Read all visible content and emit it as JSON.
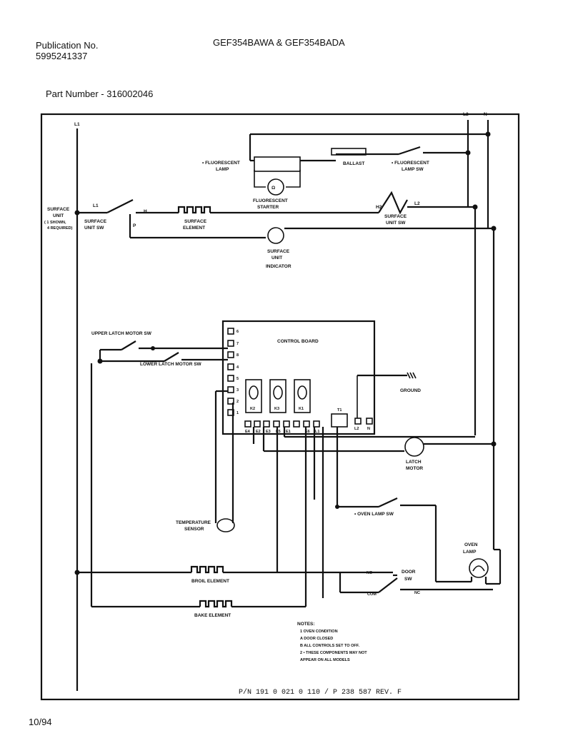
{
  "header": {
    "publication_label": "Publication No.",
    "publication_number": "5995241337",
    "models": "GEF354BAWA & GEF354BADA",
    "part_number": "Part Number - 316002046",
    "date": "10/94"
  },
  "diagram": {
    "bus_labels": {
      "l1": "L1",
      "l2": "L2",
      "n": "N"
    },
    "fluorescent_lamp": [
      "• FLUORESCENT",
      "LAMP"
    ],
    "fluorescent_starter": [
      "FLUORESCENT",
      "STARTER"
    ],
    "ballast": "BALLAST",
    "fluorescent_lamp_sw": [
      "• FLUORESCENT",
      "LAMP SW"
    ],
    "surface_unit": [
      "SURFACE",
      "UNIT",
      "( 1 SHOWN,",
      "4 REQUIRED)"
    ],
    "surface_unit_sw": [
      "SURFACE",
      "UNIT SW"
    ],
    "surface_unit_sw_terminals": {
      "l1": "L1",
      "h": "H",
      "p": "P"
    },
    "surface_element": [
      "SURFACE",
      "ELEMENT"
    ],
    "surface_unit_sw_right": [
      "SURFACE",
      "UNIT SW"
    ],
    "surface_unit_sw_right_terminals": {
      "h2": "H2",
      "l2": "L2"
    },
    "surface_unit_indicator": [
      "SURFACE",
      "UNIT",
      "INDICATOR"
    ],
    "upper_latch_motor_sw": "UPPER LATCH MOTOR SW",
    "lower_latch_motor_sw": "LOWER LATCH MOTOR SW",
    "control_board": "CONTROL BOARD",
    "board_left_pins": [
      "6",
      "7",
      "8",
      "4",
      "5",
      "3",
      "2",
      "1"
    ],
    "relays": [
      "K2",
      "K3",
      "K1"
    ],
    "t1": "T1",
    "board_bottom_pins": [
      "E4",
      "E2",
      "E3",
      "E5",
      "E1",
      "E6",
      "L1"
    ],
    "board_bottom_right": [
      "L2",
      "N"
    ],
    "ground": "GROUND",
    "latch_motor": [
      "LATCH",
      "MOTOR"
    ],
    "oven_lamp_sw": "• OVEN LAMP SW",
    "temperature_sensor": [
      "TEMPERATURE",
      "SENSOR"
    ],
    "oven_lamp": [
      "OVEN",
      "LAMP"
    ],
    "broil_element": "BROIL ELEMENT",
    "door_sw": [
      "DOOR",
      "SW"
    ],
    "door_sw_terminals": {
      "no": "NO",
      "com": "COM",
      "nc": "NC"
    },
    "bake_element": "BAKE ELEMENT",
    "notes": [
      "NOTES:",
      "1  OVEN CONDITION",
      "   A  DOOR CLOSED",
      "   B  ALL CONTROLS SET TO OFF.",
      "2  • THESE COMPONENTS MAY NOT",
      "   APPEAR ON ALL MODELS"
    ],
    "pn": "P/N 191 0 021 0 110 / P 238 587  REV. F"
  }
}
